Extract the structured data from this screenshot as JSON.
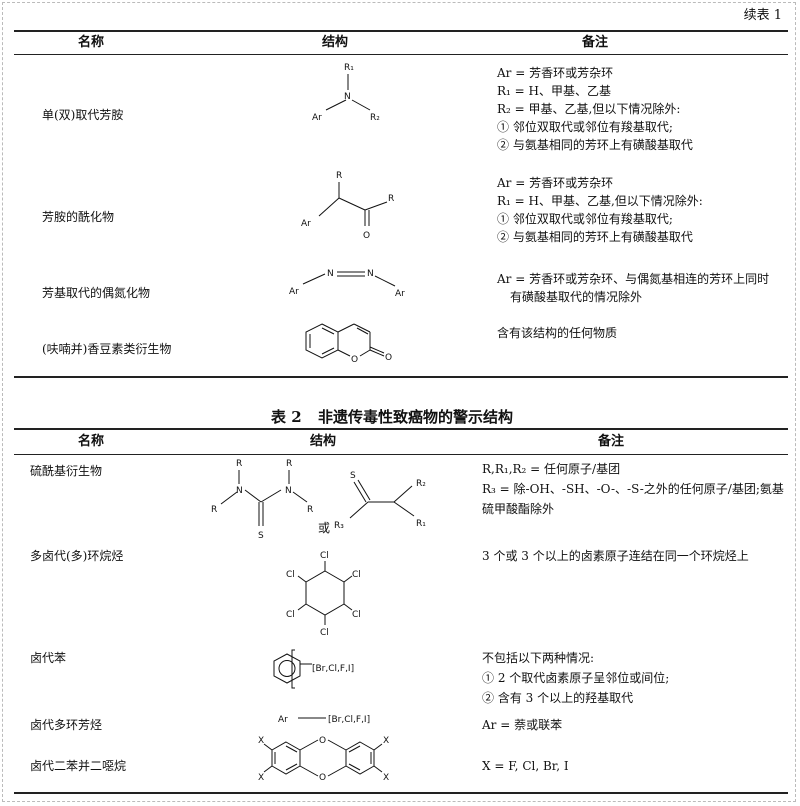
{
  "continued_label": "续表 1",
  "table1": {
    "headers": [
      "名称",
      "结构",
      "备注"
    ],
    "rows": [
      {
        "name": "单(双)取代芳胺",
        "notes": [
          "Ar = 芳香环或芳杂环",
          "R₁ = H、甲基、乙基",
          "R₂ = 甲基、乙基,但以下情况除外:",
          "① 邻位双取代或邻位有羧基取代;",
          "② 与氨基相同的芳环上有磺酸基取代"
        ],
        "atoms": [
          "R₁",
          "N",
          "Ar",
          "R₂"
        ]
      },
      {
        "name": "芳胺的酰化物",
        "notes": [
          "Ar = 芳香环或芳杂环",
          "R₁ = H、甲基、乙基,但以下情况除外:",
          "① 邻位双取代或邻位有羧基取代;",
          "② 与氨基相同的芳环上有磺酸基取代"
        ],
        "atoms": [
          "R",
          "R",
          "Ar",
          "O"
        ]
      },
      {
        "name": "芳基取代的偶氮化物",
        "notes": [
          "Ar = 芳香环或芳杂环、与偶氮基相连的芳环上同时",
          "有磺酸基取代的情况除外"
        ],
        "atoms": [
          "N",
          "N",
          "Ar",
          "Ar"
        ]
      },
      {
        "name": "(呋喃并)香豆素类衍生物",
        "notes": [
          "含有该结构的任何物质"
        ],
        "atoms": [
          "O",
          "O"
        ]
      }
    ]
  },
  "table2": {
    "caption_num": "表 2",
    "caption_text": "非遗传毒性致癌物的警示结构",
    "headers": [
      "名称",
      "结构",
      "备注"
    ],
    "rows": [
      {
        "name": "硫酰基衍生物",
        "notes": [
          "R,R₁,R₂ = 任何原子/基团",
          "R₃ = 除-OH、-SH、-O-、-S-之外的任何原子/基团;氨基",
          "硫甲酸酯除外"
        ],
        "atoms_a": [
          "R",
          "R",
          "N",
          "N",
          "R",
          "R",
          "S"
        ],
        "or_label": "或",
        "atoms_b": [
          "S",
          "R₂",
          "R₃",
          "R₁"
        ]
      },
      {
        "name": "多卤代(多)环烷烃",
        "notes": [
          "3 个或 3 个以上的卤素原子连结在同一个环烷烃上"
        ],
        "atoms": [
          "Cl",
          "Cl",
          "Cl",
          "Cl",
          "Cl",
          "Cl"
        ]
      },
      {
        "name": "卤代苯",
        "notes": [
          "不包括以下两种情况:",
          "① 2 个取代卤素原子呈邻位或间位;",
          "② 含有 3 个以上的羟基取代"
        ],
        "substituent": "[Br,Cl,F,I]"
      },
      {
        "name": "卤代多环芳烃",
        "notes": [
          "Ar = 萘或联苯"
        ],
        "structure_text": [
          "Ar",
          "[Br,Cl,F,I]"
        ]
      },
      {
        "name": "卤代二苯并二噁烷",
        "notes": [
          "X = F, Cl, Br, I"
        ],
        "atoms": [
          "X",
          "X",
          "X",
          "X",
          "O",
          "O"
        ]
      }
    ]
  }
}
